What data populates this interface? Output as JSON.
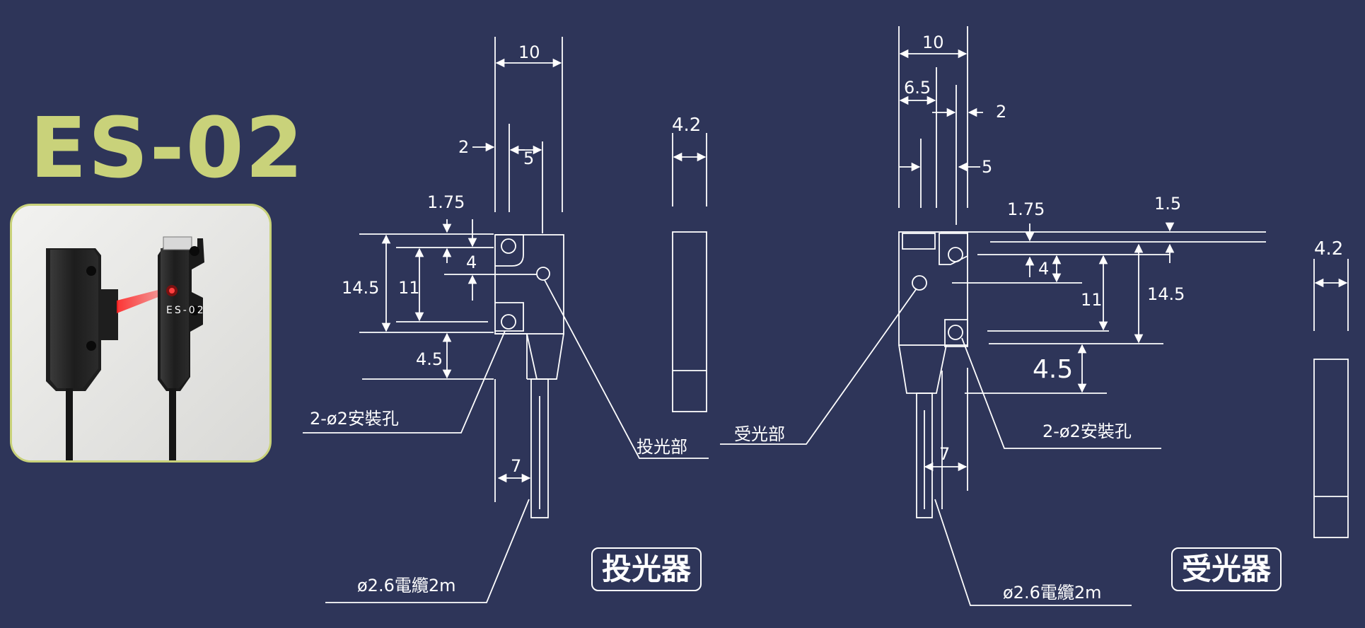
{
  "title": "ES-02",
  "photo": {
    "sensor_marking": "ES-02"
  },
  "emitter": {
    "dims": {
      "width": "10",
      "offset_2": "2",
      "offset_5": "5",
      "depth": "4.2",
      "top_1_75": "1.75",
      "hole_4": "4",
      "height_14_5": "14.5",
      "hole_11": "11",
      "bottom_4_5": "4.5",
      "cable_7": "7"
    },
    "label_mount": "2-ø2安裝孔",
    "label_optic": "投光部",
    "label_cable": "ø2.6電纜2m",
    "box_label": "投光器"
  },
  "receiver": {
    "dims": {
      "width": "10",
      "offset_6_5": "6.5",
      "offset_2": "2",
      "offset_5": "5",
      "top_1_75": "1.75",
      "top_1_5": "1.5",
      "hole_4": "4",
      "hole_11": "11",
      "height_14_5": "14.5",
      "bottom_4_5": "4.5",
      "cable_7": "7",
      "depth": "4.2"
    },
    "label_optic": "受光部",
    "label_mount": "2-ø2安裝孔",
    "label_cable": "ø2.6電纜2m",
    "box_label": "受光器"
  },
  "colors": {
    "background": "#2e3559",
    "accent": "#c9d27a",
    "line": "#ffffff"
  }
}
